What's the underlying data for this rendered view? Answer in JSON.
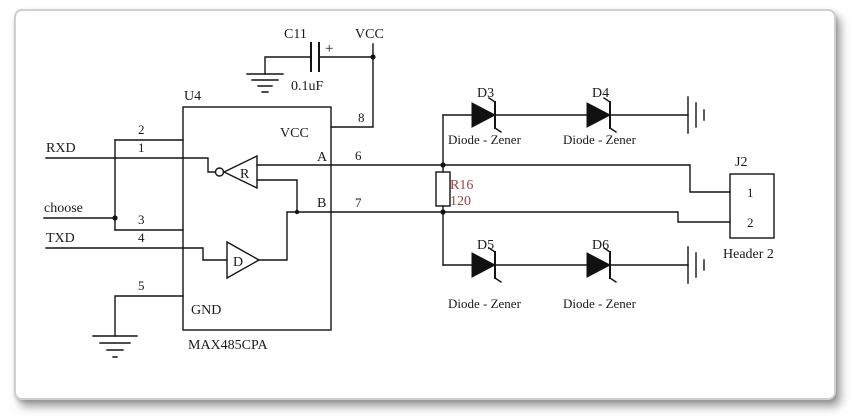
{
  "u4": {
    "refdes": "U4",
    "part": "MAX485CPA",
    "vcc": "VCC",
    "gnd": "GND",
    "receiver": "R",
    "driver": "D",
    "port_a": "A",
    "port_b": "B",
    "pin1": "1",
    "pin2": "2",
    "pin3": "3",
    "pin4": "4",
    "pin5": "5",
    "pin6": "6",
    "pin7": "7",
    "pin8": "8"
  },
  "cap": {
    "refdes": "C11",
    "value": "0.1uF",
    "polarity": "+"
  },
  "power": {
    "vcc": "VCC"
  },
  "nets": {
    "rxd": "RXD",
    "txd": "TXD",
    "choose": "choose"
  },
  "resistor": {
    "refdes": "R16",
    "value": "120"
  },
  "diodes": [
    {
      "refdes": "D3",
      "type": "Diode - Zener"
    },
    {
      "refdes": "D4",
      "type": "Diode - Zener"
    },
    {
      "refdes": "D5",
      "type": "Diode - Zener"
    },
    {
      "refdes": "D6",
      "type": "Diode - Zener"
    }
  ],
  "connector": {
    "refdes": "J2",
    "part": "Header 2",
    "pin1": "1",
    "pin2": "2"
  },
  "colors": {
    "wire": "#141414",
    "text": "#1a1a1a",
    "value_text": "#9c4343",
    "card_border": "#cfcfcf",
    "background": "#ffffff"
  }
}
